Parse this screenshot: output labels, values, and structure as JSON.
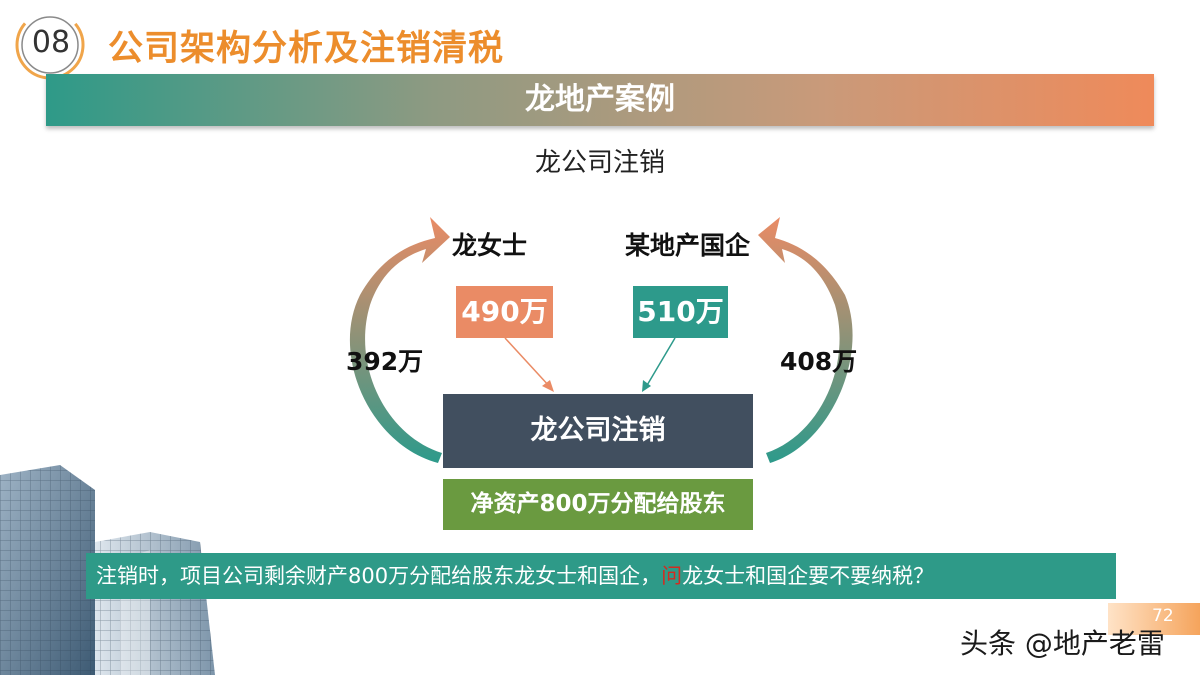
{
  "header": {
    "section_number": "08",
    "section_title": "公司架构分析及注销清税",
    "banner_title": "龙地产案例"
  },
  "subtitle": "龙公司注销",
  "diagram": {
    "shareholder_left": "龙女士",
    "shareholder_right": "某地产国企",
    "investment_left": "490万",
    "investment_right": "510万",
    "return_left": "392万",
    "return_right": "408万",
    "company_box": "龙公司注销",
    "net_assets": "净资产800万分配给股东",
    "colors": {
      "orange": "#ea8b65",
      "teal": "#2d9a8b",
      "dark": "#414f5f",
      "green": "#6a9a40"
    }
  },
  "question": {
    "part1": "注销时，项目公司剩余财产800万分配给股东龙女士和国企，",
    "highlight": "问",
    "part2": "龙女士和国企要不要纳税？"
  },
  "footer": {
    "page_number": "72",
    "watermark": "头条 @地产老雷"
  }
}
